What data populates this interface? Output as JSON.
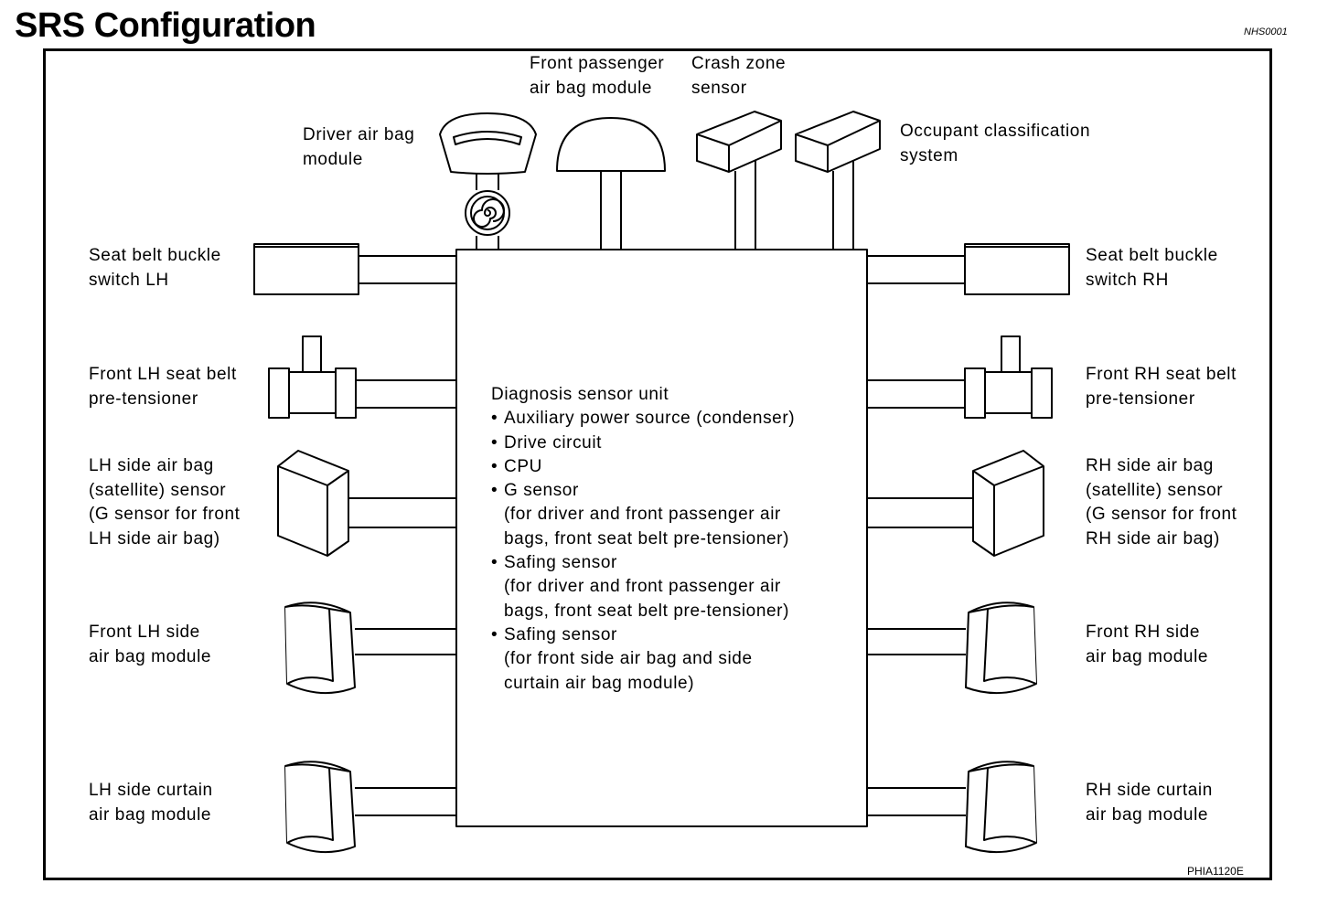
{
  "title": "SRS Configuration",
  "code_top": "NHS0001",
  "code_bottom": "PHIA1120E",
  "labels": {
    "front_passenger": [
      "Front passenger",
      "air bag module"
    ],
    "crash_zone": [
      "Crash zone",
      "sensor"
    ],
    "driver_airbag": [
      "Driver air bag",
      "module"
    ],
    "occupant": [
      "Occupant classification",
      "system"
    ],
    "buckle_lh": [
      "Seat belt buckle",
      "switch LH"
    ],
    "buckle_rh": [
      "Seat belt buckle",
      "switch RH"
    ],
    "pretensioner_lh": [
      "Front LH seat belt",
      "pre-tensioner"
    ],
    "pretensioner_rh": [
      "Front RH seat belt",
      "pre-tensioner"
    ],
    "satellite_lh": [
      "LH side air bag",
      "(satellite) sensor",
      "(G sensor for front",
      "LH side air bag)"
    ],
    "satellite_rh": [
      "RH side air bag",
      "(satellite) sensor",
      "(G sensor for front",
      "RH side air bag)"
    ],
    "side_airbag_lh": [
      "Front LH side",
      "air bag module"
    ],
    "side_airbag_rh": [
      "Front RH side",
      "air bag module"
    ],
    "curtain_lh": [
      "LH side curtain",
      "air bag module"
    ],
    "curtain_rh": [
      "RH side curtain",
      "air bag module"
    ]
  },
  "diagnosis_unit": {
    "heading": "Diagnosis sensor unit",
    "items": [
      [
        "Auxiliary power source (condenser)"
      ],
      [
        "Drive circuit"
      ],
      [
        "CPU"
      ],
      [
        "G sensor",
        "(for driver and front passenger air",
        "bags, front seat belt pre-tensioner)"
      ],
      [
        "Safing sensor",
        "(for driver and front passenger air",
        "bags, front seat belt pre-tensioner)"
      ],
      [
        "Safing sensor",
        "(for front side air bag and side",
        "curtain air bag module)"
      ]
    ]
  }
}
